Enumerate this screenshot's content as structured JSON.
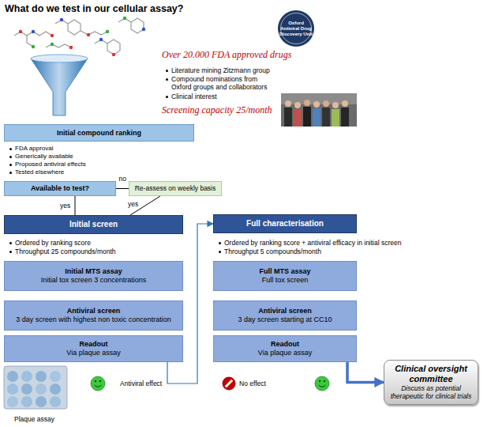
{
  "diagram": {
    "title": "What do we test in our cellular assay?",
    "nodes": [
      {
        "text": [
          "Initial compound ranking"
        ]
      },
      {
        "text": [
          "Available to test?"
        ]
      },
      {
        "text": [
          "Re-assess on weekly basis"
        ]
      },
      {
        "text": [
          "Initial screen"
        ]
      },
      {
        "text": [
          "Initial MTS assay",
          "Initial tox screen 3 concentrations"
        ]
      },
      {
        "text": [
          "Antiviral screen",
          "3 day screen with highest non toxic concentration"
        ]
      },
      {
        "text": [
          "Readout",
          "Via plaque assay"
        ]
      },
      {
        "text": [
          "Full characterisation"
        ]
      },
      {
        "text": [
          "Full MTS assay",
          "Full tox screen"
        ]
      },
      {
        "text": [
          "Antiviral screen",
          "3 day screen starting at CC10"
        ]
      },
      {
        "text": [
          "Readout",
          "Via plaque assay"
        ]
      },
      {
        "text": [
          "Clinical oversight committee",
          "Discuss as potential therapeutic for clinical trials"
        ]
      }
    ],
    "edges": [
      {
        "from": 1,
        "to": 2,
        "label": "no",
        "arrow": "none"
      },
      {
        "from": 1,
        "to": 3,
        "label": "yes",
        "arrow": "none"
      },
      {
        "from": 2,
        "to": 3,
        "label": "yes",
        "arrow": "none"
      },
      {
        "from": 6,
        "to": 7,
        "label": "Antiviral effect",
        "arrow": "to"
      },
      {
        "from": 10,
        "to": 11,
        "arrow": "to"
      }
    ],
    "labels": [
      "Oxford Antiviral Drug Discovery Unit",
      "Over 20.000 FDA approved drugs",
      "Literature mining Zitzmann group",
      "Compound nominations from Oxford groups and collaborators",
      "Clinical interest",
      "Screening capacity 25/month",
      "FDA approval",
      "Generically available",
      "Proposed antiviral effects",
      "Tested elsewhere",
      "Ordered by ranking score",
      "Throughput 25 compounds/month",
      "Ordered by ranking score + antiviral efficacy in initial screen",
      "Throughput 5 compounds/month",
      "Plaque assay",
      "No effect"
    ]
  }
}
